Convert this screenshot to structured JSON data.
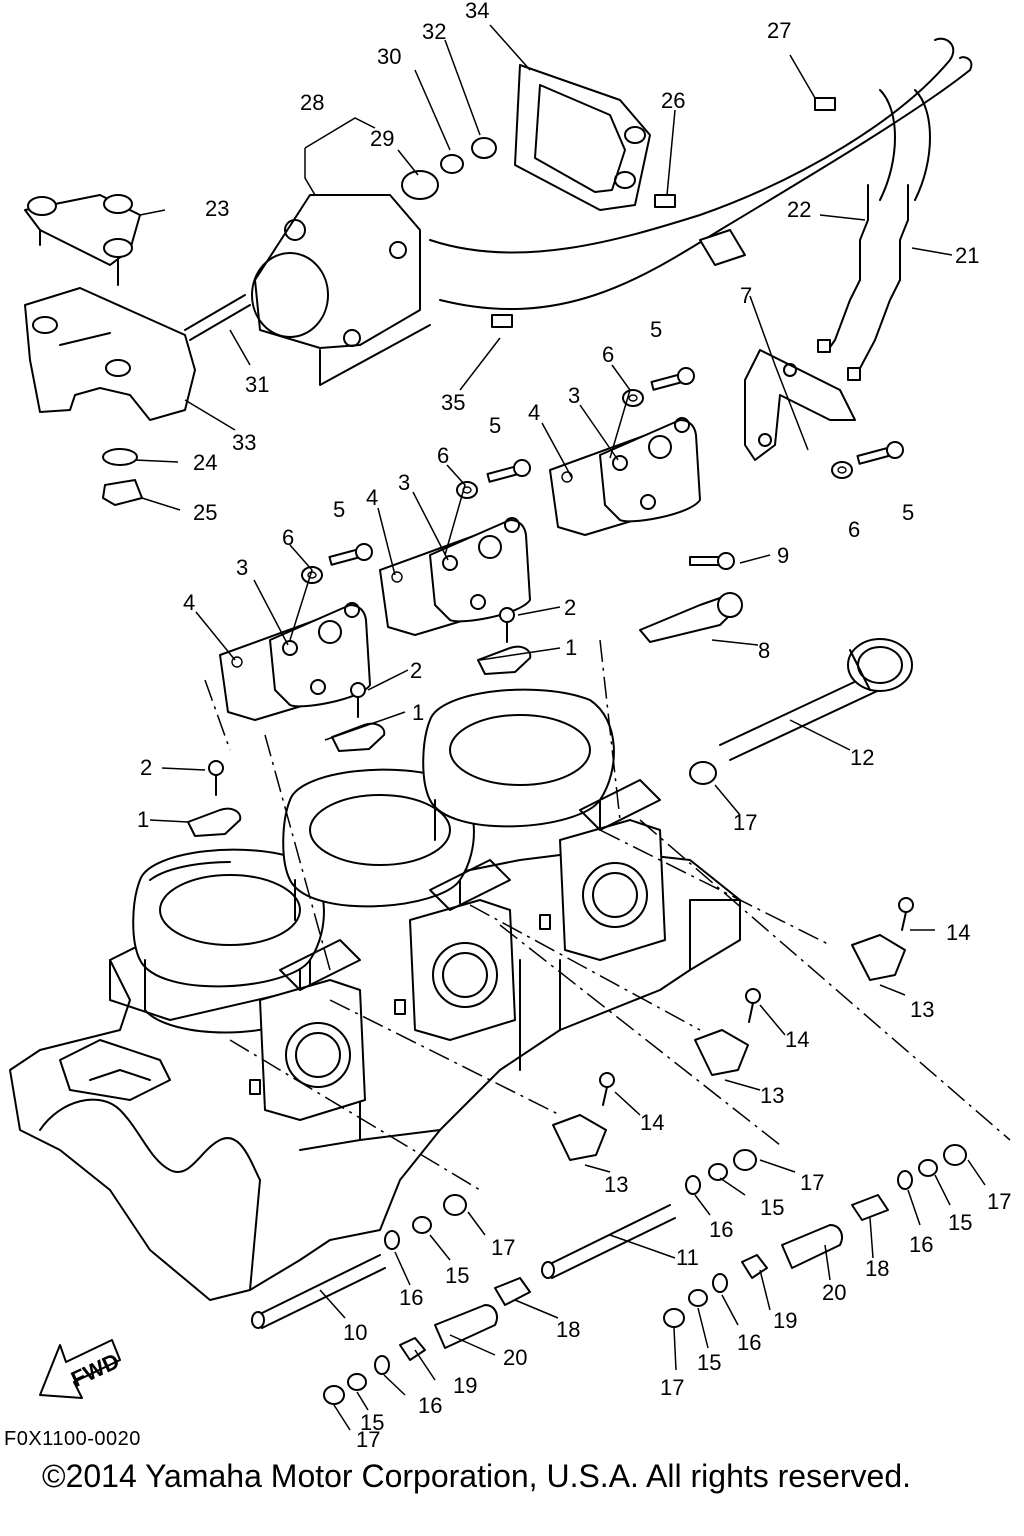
{
  "diagram_code": "F0X1100-0020",
  "copyright": "©2014 Yamaha Motor Corporation, U.S.A. All rights reserved.",
  "fwd_label": "FWD",
  "callouts": [
    {
      "id": "c1a",
      "label": "1"
    },
    {
      "id": "c1b",
      "label": "1"
    },
    {
      "id": "c1c",
      "label": "1"
    },
    {
      "id": "c2a",
      "label": "2"
    },
    {
      "id": "c2b",
      "label": "2"
    },
    {
      "id": "c2c",
      "label": "2"
    },
    {
      "id": "c3a",
      "label": "3"
    },
    {
      "id": "c3b",
      "label": "3"
    },
    {
      "id": "c3c",
      "label": "3"
    },
    {
      "id": "c4a",
      "label": "4"
    },
    {
      "id": "c4b",
      "label": "4"
    },
    {
      "id": "c4c",
      "label": "4"
    },
    {
      "id": "c5a",
      "label": "5"
    },
    {
      "id": "c5b",
      "label": "5"
    },
    {
      "id": "c5c",
      "label": "5"
    },
    {
      "id": "c5d",
      "label": "5"
    },
    {
      "id": "c6a",
      "label": "6"
    },
    {
      "id": "c6b",
      "label": "6"
    },
    {
      "id": "c6c",
      "label": "6"
    },
    {
      "id": "c6d",
      "label": "6"
    },
    {
      "id": "c7",
      "label": "7"
    },
    {
      "id": "c8",
      "label": "8"
    },
    {
      "id": "c9",
      "label": "9"
    },
    {
      "id": "c10",
      "label": "10"
    },
    {
      "id": "c11",
      "label": "11"
    },
    {
      "id": "c12",
      "label": "12"
    },
    {
      "id": "c13a",
      "label": "13"
    },
    {
      "id": "c13b",
      "label": "13"
    },
    {
      "id": "c13c",
      "label": "13"
    },
    {
      "id": "c14a",
      "label": "14"
    },
    {
      "id": "c14b",
      "label": "14"
    },
    {
      "id": "c14c",
      "label": "14"
    },
    {
      "id": "c15a",
      "label": "15"
    },
    {
      "id": "c15b",
      "label": "15"
    },
    {
      "id": "c15c",
      "label": "15"
    },
    {
      "id": "c15d",
      "label": "15"
    },
    {
      "id": "c15e",
      "label": "15"
    },
    {
      "id": "c16a",
      "label": "16"
    },
    {
      "id": "c16b",
      "label": "16"
    },
    {
      "id": "c16c",
      "label": "16"
    },
    {
      "id": "c16d",
      "label": "16"
    },
    {
      "id": "c16e",
      "label": "16"
    },
    {
      "id": "c17a",
      "label": "17"
    },
    {
      "id": "c17b",
      "label": "17"
    },
    {
      "id": "c17c",
      "label": "17"
    },
    {
      "id": "c17d",
      "label": "17"
    },
    {
      "id": "c17e",
      "label": "17"
    },
    {
      "id": "c17f",
      "label": "17"
    },
    {
      "id": "c18a",
      "label": "18"
    },
    {
      "id": "c18b",
      "label": "18"
    },
    {
      "id": "c19a",
      "label": "19"
    },
    {
      "id": "c19b",
      "label": "19"
    },
    {
      "id": "c20a",
      "label": "20"
    },
    {
      "id": "c20b",
      "label": "20"
    },
    {
      "id": "c21",
      "label": "21"
    },
    {
      "id": "c22",
      "label": "22"
    },
    {
      "id": "c23",
      "label": "23"
    },
    {
      "id": "c24",
      "label": "24"
    },
    {
      "id": "c25",
      "label": "25"
    },
    {
      "id": "c26",
      "label": "26"
    },
    {
      "id": "c27",
      "label": "27"
    },
    {
      "id": "c28",
      "label": "28"
    },
    {
      "id": "c29",
      "label": "29"
    },
    {
      "id": "c30",
      "label": "30"
    },
    {
      "id": "c31",
      "label": "31"
    },
    {
      "id": "c32",
      "label": "32"
    },
    {
      "id": "c33",
      "label": "33"
    },
    {
      "id": "c34",
      "label": "34"
    },
    {
      "id": "c35",
      "label": "35"
    }
  ]
}
